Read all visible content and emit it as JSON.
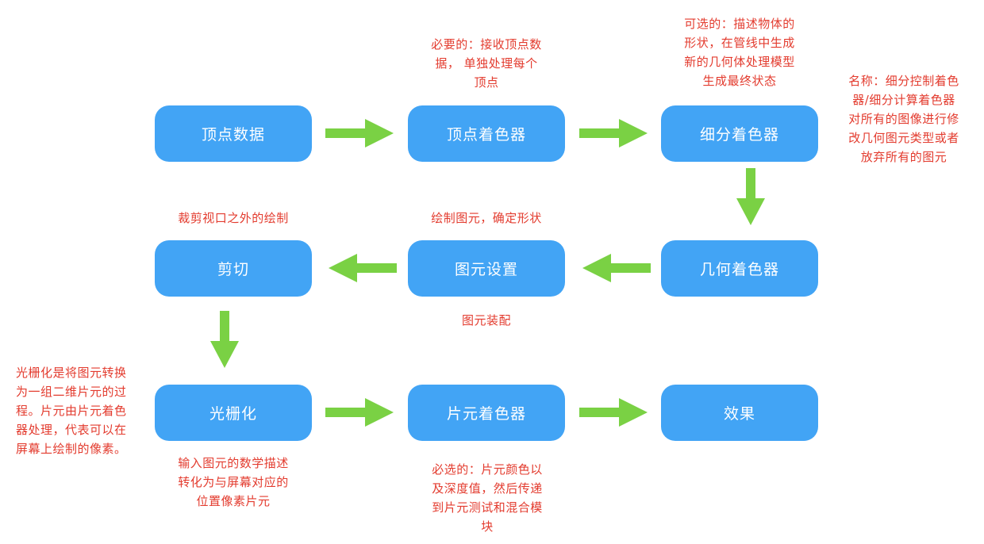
{
  "colors": {
    "node_fill": "#42a4f5",
    "node_text": "#ffffff",
    "arrow": "#7ad144",
    "note_text": "#e33b2e"
  },
  "nodes": [
    {
      "id": "vertex-data",
      "label": "顶点数据"
    },
    {
      "id": "vertex-shader",
      "label": "顶点着色器"
    },
    {
      "id": "tessellation-shader",
      "label": "细分着色器"
    },
    {
      "id": "geometry-shader",
      "label": "几何着色器"
    },
    {
      "id": "primitive-setup",
      "label": "图元设置"
    },
    {
      "id": "clipping",
      "label": "剪切"
    },
    {
      "id": "rasterization",
      "label": "光栅化"
    },
    {
      "id": "fragment-shader",
      "label": "片元着色器"
    },
    {
      "id": "effect",
      "label": "效果"
    }
  ],
  "edges": [
    {
      "from": "vertex-data",
      "to": "vertex-shader",
      "direction": "right"
    },
    {
      "from": "vertex-shader",
      "to": "tessellation-shader",
      "direction": "right"
    },
    {
      "from": "tessellation-shader",
      "to": "geometry-shader",
      "direction": "down"
    },
    {
      "from": "geometry-shader",
      "to": "primitive-setup",
      "direction": "left"
    },
    {
      "from": "primitive-setup",
      "to": "clipping",
      "direction": "left"
    },
    {
      "from": "clipping",
      "to": "rasterization",
      "direction": "down"
    },
    {
      "from": "rasterization",
      "to": "fragment-shader",
      "direction": "right"
    },
    {
      "from": "fragment-shader",
      "to": "effect",
      "direction": "right"
    }
  ],
  "notes": {
    "vertex_shader": [
      "必要的：接收顶点数",
      "据， 单独处理每个",
      "顶点"
    ],
    "tessellation_optional": [
      "可选的：描述物体的",
      "形状，在管线中生成",
      "新的几何体处理模型",
      "生成最终状态"
    ],
    "tessellation_name": [
      "名称：细分控制着色",
      "器/细分计算着色器",
      "对所有的图像进行修",
      "改几何图元类型或者",
      "放弃所有的图元"
    ],
    "clipping": [
      "裁剪视口之外的绘制"
    ],
    "primitive_setup_top": [
      "绘制图元，确定形状"
    ],
    "primitive_setup_bottom": [
      "图元装配"
    ],
    "rasterization_left": [
      "光栅化是将图元转换",
      "为一组二维片元的过",
      "程。片元由片元着色",
      "器处理，代表可以在",
      "屏幕上绘制的像素。"
    ],
    "rasterization_bottom": [
      "输入图元的数学描述",
      "转化为与屏幕对应的",
      "位置像素片元"
    ],
    "fragment_shader": [
      "必选的：片元颜色以",
      "及深度值，然后传递",
      "到片元测试和混合模",
      "块"
    ]
  }
}
